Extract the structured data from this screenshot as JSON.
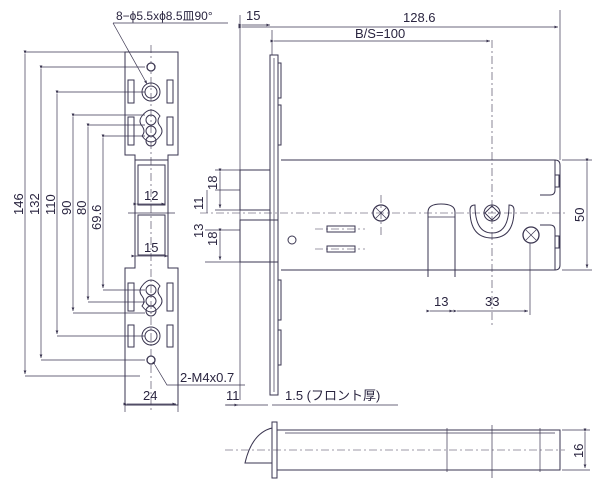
{
  "drawing": {
    "hole_callout": "8−ϕ5.5xϕ8.5皿90°",
    "tap_callout": "2-M4x0.7",
    "front_thickness": "1.5 (フロント厚)",
    "backset": "B/S=100",
    "dims": {
      "overall_length": "128.6",
      "front_offset": "15",
      "h146": "146",
      "h132": "132",
      "h110": "110",
      "h90": "90",
      "h80": "80",
      "h69_6": "69.6",
      "w12": "12",
      "w15": "15",
      "w24": "24",
      "d18a": "18",
      "d11": "11",
      "d13": "13",
      "d18b": "18",
      "d11b": "11",
      "case_height": "50",
      "slot_width": "13",
      "hub_offset": "33",
      "depth": "16"
    }
  }
}
